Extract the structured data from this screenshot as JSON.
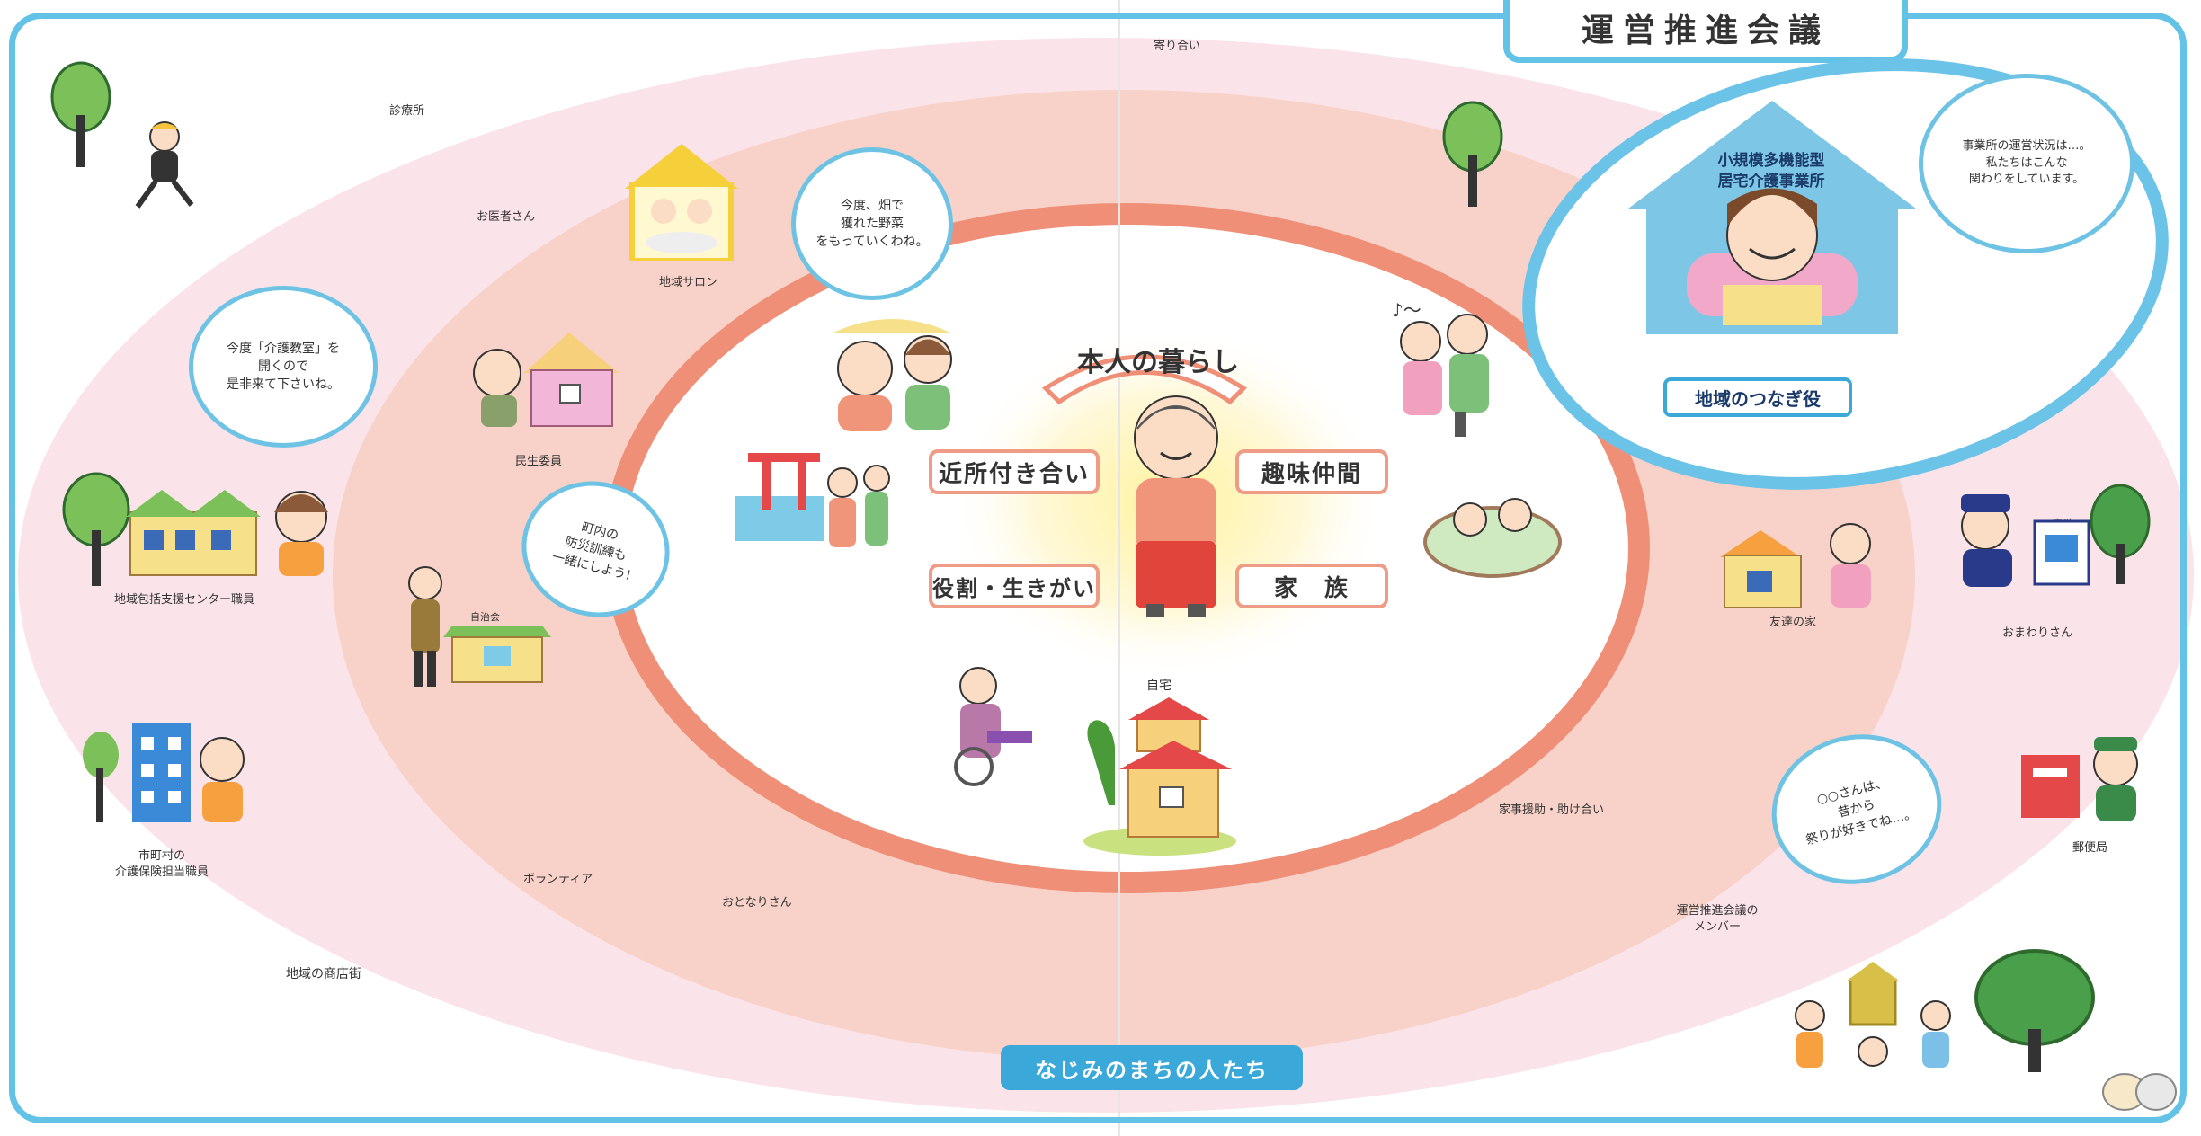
{
  "header": {
    "title": "運営推進会議"
  },
  "center": {
    "title": "本人の暮らし",
    "tags": {
      "neighbors": "近所付き合い",
      "hobby": "趣味仲間",
      "role": "役割・生きがい",
      "family": "家　族"
    },
    "home": "自宅"
  },
  "facility": {
    "name": "小規模多機能型\n居宅介護事業所",
    "role": "地域のつなぎ役",
    "bubble": "事業所の運営状況は…。\n私たちはこんな\n関わりをしています。"
  },
  "bubbles": {
    "vegetables": "今度、畑で\n獲れた野菜\nをもっていくわね。",
    "kaigo_class": "今度「介護教室」を\n開くので\n是非来て下さいね。",
    "bosai": "町内の\n防災訓練も\n一緒にしよう!",
    "san": "○○さんは、\n昔から\n祭りが好きでね…。"
  },
  "labels": {
    "yoriai": "寄り合い",
    "clinic": "診療所",
    "doctor": "お医者さん",
    "salon": "地域サロン",
    "minsei": "民生委員",
    "jichikai": "自治会",
    "houkatsu": "地域包括支援センター職員",
    "municipal": "市町村の\n介護保険担当職員",
    "volunteer": "ボランティア",
    "neighbor": "おとなりさん",
    "shopping": "地域の商店街",
    "friend_house": "友達の家",
    "koban": "交番",
    "police": "おまわりさん",
    "housework": "家事援助・助け合い",
    "members": "運営推進会議の\nメンバー",
    "postman": "郵便局"
  },
  "footer": {
    "title": "なじみのまちの人たち"
  },
  "colors": {
    "frame": "#62c3e6",
    "outer_ring": "#fbe3ea",
    "middle_ring": "#f8d2c8",
    "inner_ring": "#ef8f77",
    "inner_fill": "#ffffff",
    "accent_blue": "#3aa8d8"
  }
}
